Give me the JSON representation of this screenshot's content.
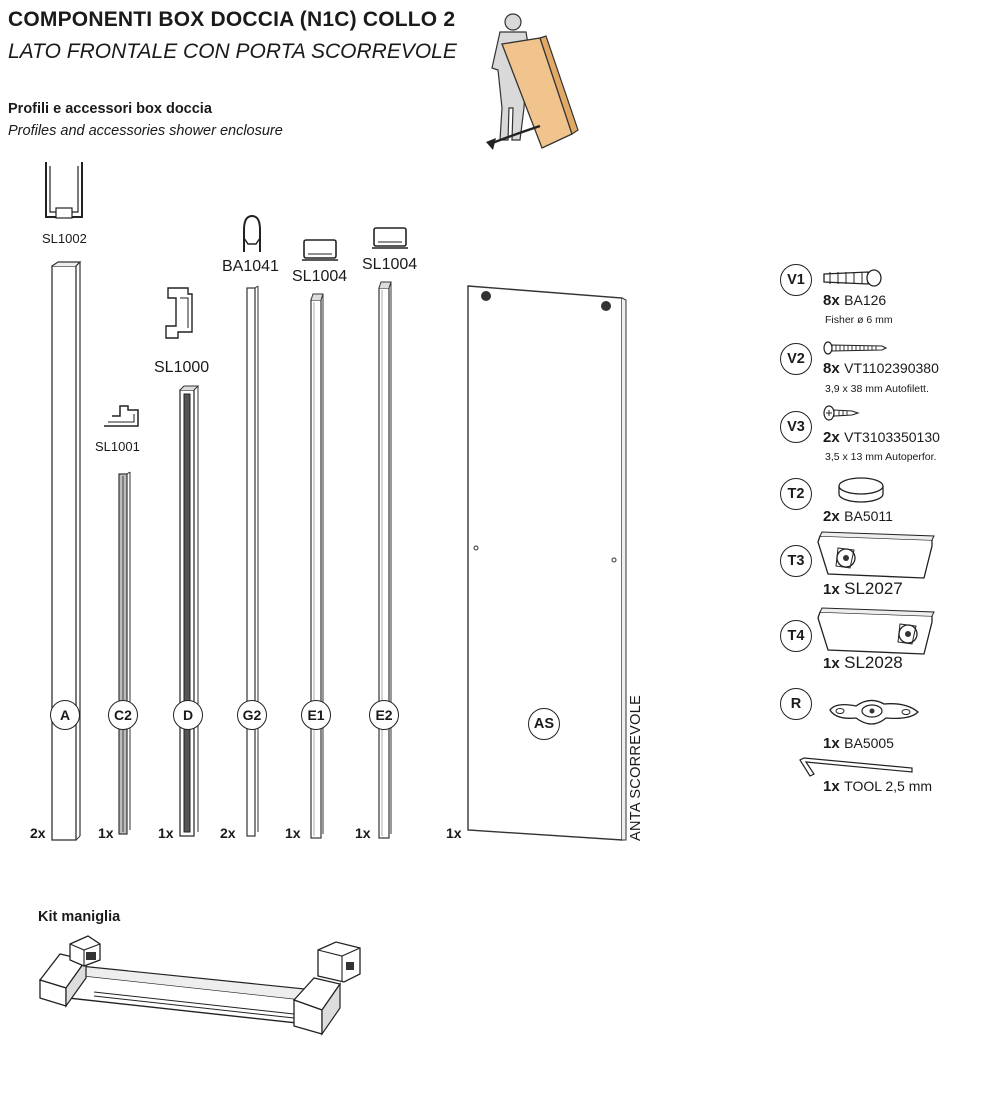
{
  "header": {
    "title": "COMPONENTI BOX DOCCIA (N1C) COLLO 2",
    "subtitle": "LATO FRONTALE CON PORTA SCORREVOLE"
  },
  "section": {
    "title_it": "Profili e accessori box doccia",
    "title_en": "Profiles and accessories shower enclosure"
  },
  "profiles": [
    {
      "letter": "A",
      "code": "SL1002",
      "qty": "2x"
    },
    {
      "letter": "C2",
      "code": "SL1001",
      "qty": "1x"
    },
    {
      "letter": "D",
      "code": "SL1000",
      "qty": "1x"
    },
    {
      "letter": "G2",
      "code": "BA1041",
      "qty": "2x"
    },
    {
      "letter": "E1",
      "code": "SL1004",
      "qty": "1x"
    },
    {
      "letter": "E2",
      "code": "SL1004",
      "qty": "1x"
    }
  ],
  "panel": {
    "letter": "AS",
    "qty": "1x",
    "label": "ANTA SCORREVOLE"
  },
  "hardware": [
    {
      "id": "V1",
      "qty": "8x",
      "code": "BA126",
      "desc": "Fisher ø 6 mm",
      "icon": "wall-plug-icon"
    },
    {
      "id": "V2",
      "qty": "8x",
      "code": "VT1102390380",
      "desc": "3,9 x 38 mm Autofilett.",
      "icon": "long-screw-icon"
    },
    {
      "id": "V3",
      "qty": "2x",
      "code": "VT3103350130",
      "desc": "3,5 x 13 mm Autoperfor.",
      "icon": "short-screw-icon"
    },
    {
      "id": "T2",
      "qty": "2x",
      "code": "BA5011",
      "desc": "",
      "icon": "cap-icon"
    },
    {
      "id": "T3",
      "qty": "1x",
      "code": "SL2027",
      "desc": "",
      "icon": "left-carriage-icon"
    },
    {
      "id": "T4",
      "qty": "1x",
      "code": "SL2028",
      "desc": "",
      "icon": "right-carriage-icon"
    },
    {
      "id": "R",
      "qty": "1x",
      "code": "BA5005",
      "desc": "",
      "icon": "guide-plate-icon"
    },
    {
      "id": "",
      "qty": "1x",
      "code": "TOOL 2,5 mm",
      "desc": "",
      "icon": "allen-key-icon"
    }
  ],
  "kit": {
    "title": "Kit maniglia"
  }
}
